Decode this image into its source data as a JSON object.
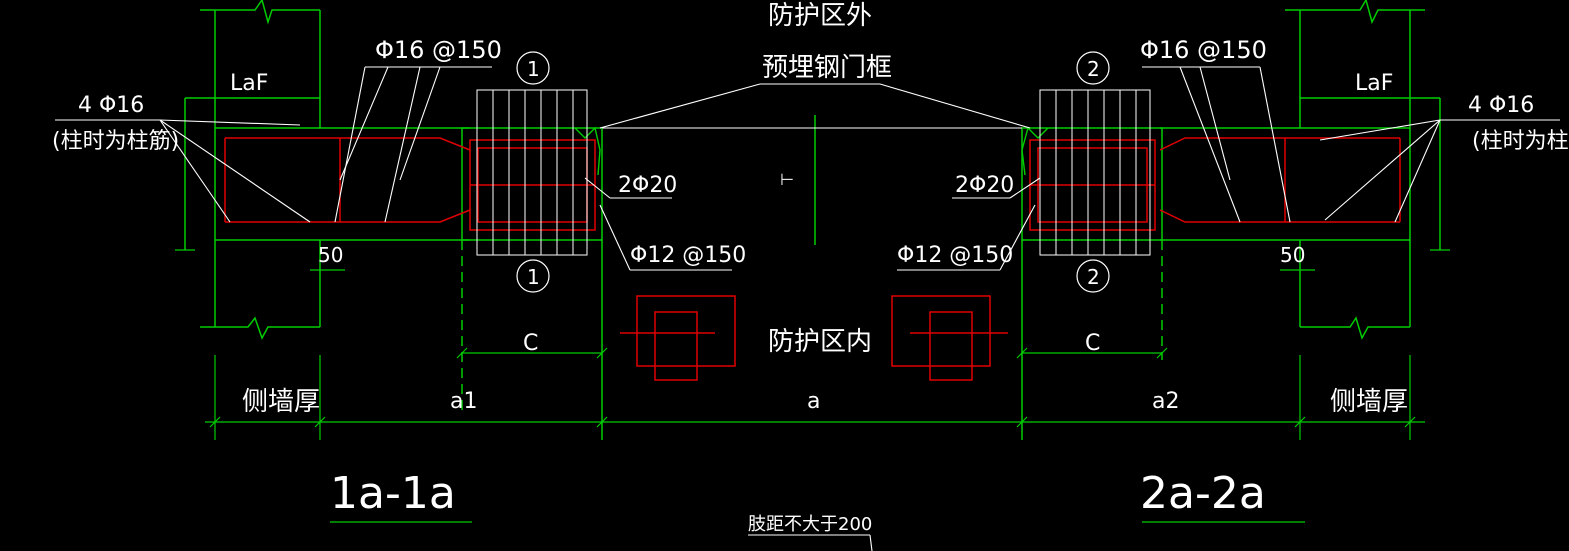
{
  "colors": {
    "background": "#000000",
    "wall": "#00cc00",
    "rebar": "#e00000",
    "text": "#ffffff"
  },
  "labels": {
    "outside_zone": "防护区外",
    "inside_zone": "防护区内",
    "embedded_frame": "预埋钢门框",
    "leader_left_top": "Φ16 @150",
    "leader_right_top": "Φ16 @150",
    "laf_left": "LaF",
    "laf_right": "LaF",
    "bars_left": "4 Φ16",
    "bars_left_note": "(柱时为柱筋)",
    "bars_right": "4 Φ16",
    "bars_right_note": "(柱时为柱筋)",
    "circle_1_top": "1",
    "circle_1_bottom": "1",
    "circle_2_top": "2",
    "circle_2_bottom": "2",
    "bars_2_left": "2Φ20",
    "bars_2_right": "2Φ20",
    "stirrup_left": "Φ12 @150",
    "stirrup_right": "Φ12 @150",
    "dim_50_left": "50",
    "dim_50_right": "50",
    "dim_c_left": "C",
    "dim_c_right": "C",
    "dim_side_left": "侧墙厚",
    "dim_side_right": "侧墙厚",
    "dim_a1": "a1",
    "dim_a": "a",
    "dim_a2": "a2",
    "section_left": "1a-1a",
    "section_right": "2a-2a",
    "bottom_note": "肢距不大于200",
    "center_mark": "⊢"
  }
}
